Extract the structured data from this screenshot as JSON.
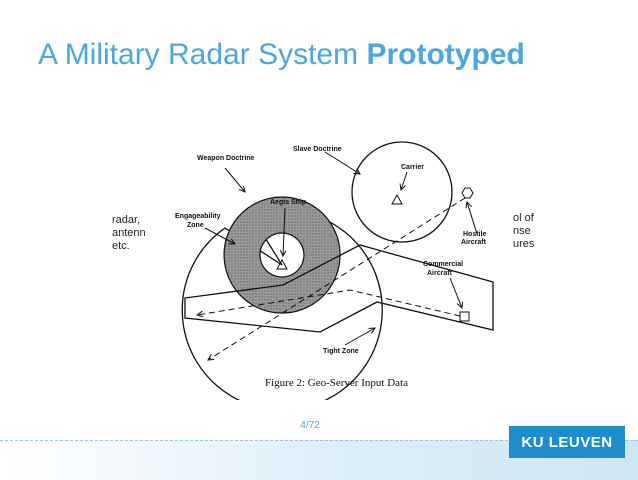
{
  "slide": {
    "title_regular": "A Military Radar System",
    "title_bold": "Prototyped",
    "page_number": "4/72"
  },
  "figure": {
    "caption": "Figure 2: Geo-Server Input Data",
    "labels": {
      "weapon_doctrine": "Weapon Doctrine",
      "slave_doctrine": "Slave Doctrine",
      "carrier": "Carrier",
      "aegis_ship": "Aegis Ship",
      "engageability": "Engageability",
      "zone": "Zone",
      "hostile": "Hostile",
      "aircraft_hostile": "Aircraft",
      "commercial": "Commercial",
      "aircraft_commercial": "Aircraft",
      "tight_zone": "Tight Zone"
    },
    "left_text": [
      "radar,",
      "antenn",
      "etc."
    ],
    "right_text": [
      "ol of",
      "nse",
      "ures"
    ]
  },
  "logo": {
    "text": "KU LEUVEN"
  },
  "colors": {
    "title": "#4aa8dc",
    "logo_bg": "#1d8dcc"
  }
}
